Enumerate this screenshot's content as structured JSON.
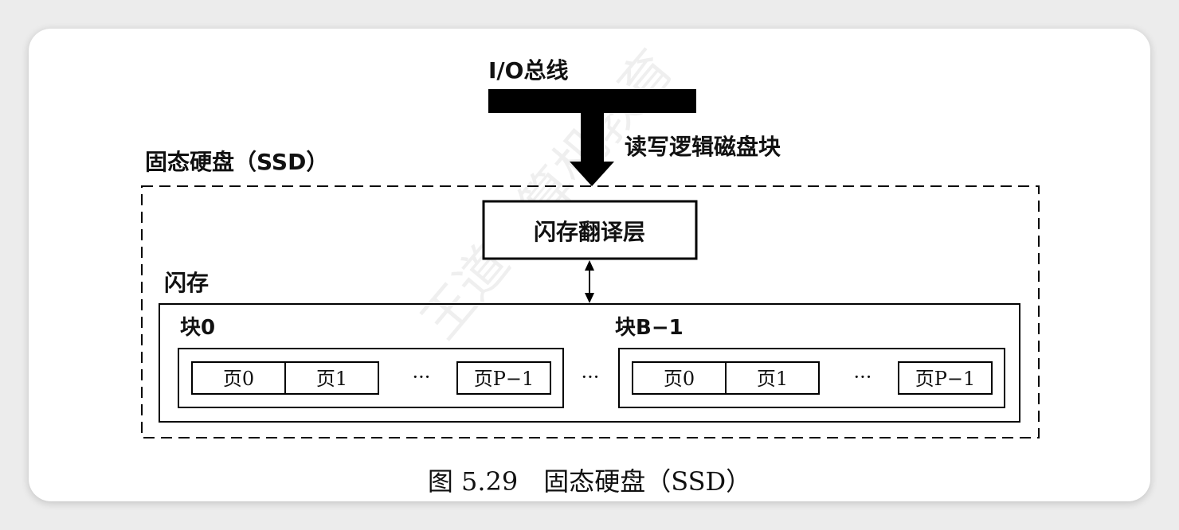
{
  "bus_label": "I/O总线",
  "arrow_label": "读写逻辑磁盘块",
  "ssd_label": "固态硬盘（SSD）",
  "ftl_label": "闪存翻译层",
  "flash_label": "闪存",
  "blocks": [
    {
      "label": "块0",
      "pages": [
        "页0",
        "页1",
        "页P−1"
      ]
    },
    {
      "label": "块B−1",
      "pages": [
        "页0",
        "页1",
        "页P−1"
      ]
    }
  ],
  "ellipsis": "···",
  "caption": "图 5.29　固态硬盘（SSD）",
  "watermark": "王道计算机教育"
}
